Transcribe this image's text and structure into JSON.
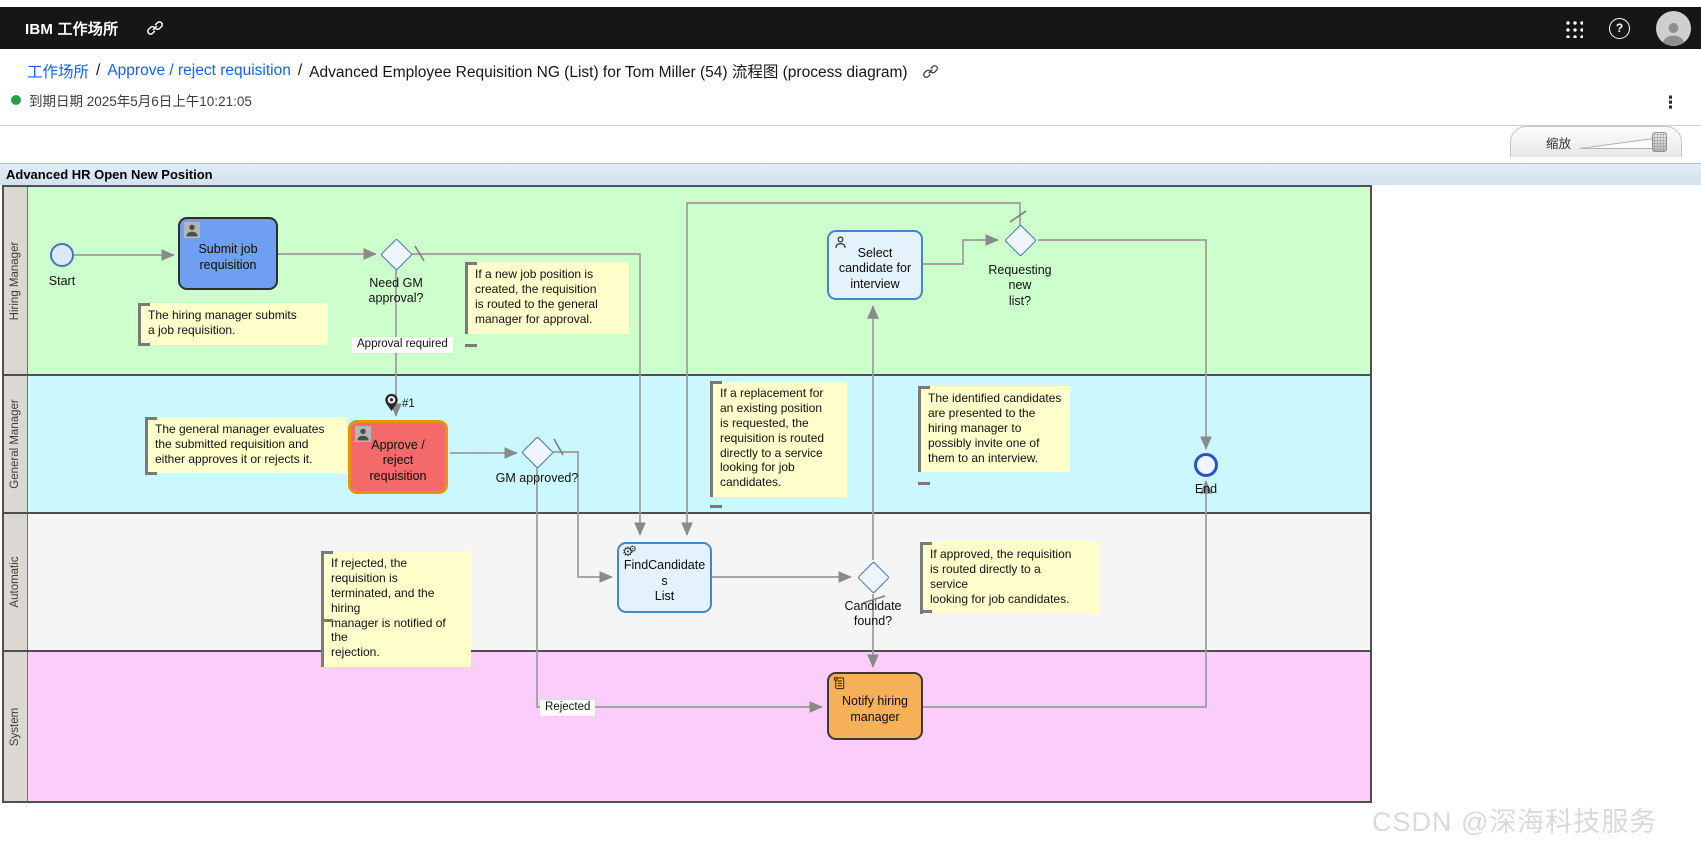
{
  "header": {
    "brand": "IBM 工作场所",
    "icons": {
      "link": "link-icon",
      "grid": "app-switcher",
      "help": "help",
      "avatar": "user-avatar"
    }
  },
  "breadcrumb": {
    "separator": "/",
    "link1": "工作场所",
    "link2": "Approve / reject requisition",
    "current": "Advanced Employee Requisition NG (List) for Tom Miller (54) 流程图 (process diagram)"
  },
  "status": {
    "due": "到期日期 2025年5月6日上午10:21:05"
  },
  "zoom_control": {
    "label": "缩放"
  },
  "diagram": {
    "title": "Advanced HR Open New Position",
    "lanes": [
      {
        "name": "Hiring Manager",
        "color": "#ccffcc"
      },
      {
        "name": "General Manager",
        "color": "#cbf7fe"
      },
      {
        "name": "Automatic",
        "color": "#f5f5f5"
      },
      {
        "name": "System",
        "color": "#fbcdfb"
      }
    ],
    "nodes": {
      "start": {
        "label": "Start"
      },
      "submit": {
        "label": "Submit job\nrequisition"
      },
      "need_gm": {
        "label": "Need GM\napproval?"
      },
      "select": {
        "label": "Select\ncandidate for\ninterview"
      },
      "requesting": {
        "label": "Requesting\nnew\nlist?"
      },
      "approve": {
        "label": "Approve /\nreject\nrequisition"
      },
      "gm_approved": {
        "label": "GM approved?"
      },
      "find": {
        "label": "FindCandidate\ns\nList"
      },
      "candidate_found": {
        "label": "Candidate\nfound?"
      },
      "notify": {
        "label": "Notify hiring\nmanager"
      },
      "end": {
        "label": "End"
      },
      "token": {
        "label": "#1"
      }
    },
    "edge_labels": {
      "approval_required": "Approval required",
      "rejected": "Rejected"
    },
    "notes": {
      "n1": "The hiring manager submits\na job requisition.",
      "n2": "If a new job position is\ncreated, the requisition\nis routed to the general\nmanager for approval.",
      "n3": "The general manager evaluates\nthe submitted requisition and\neither approves it or rejects it.",
      "n4": "If a replacement for\nan existing position\nis requested, the\nrequisition is routed\ndirectly to a service\nlooking for job\ncandidates.",
      "n5": "The identified candidates\nare presented to the\nhiring manager to\npossibly invite one of\nthem to an interview.",
      "n6": "If rejected, the requisition is\nterminated, and the hiring\nmanager is notified of the\nrejection.",
      "n7": "If approved, the requisition\nis routed directly to a\nservice\nlooking for job candidates."
    }
  },
  "watermark": "CSDN @深海科技服务"
}
